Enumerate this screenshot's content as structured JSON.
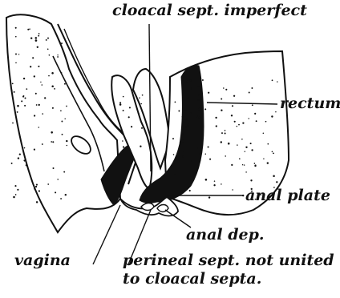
{
  "labels": {
    "cloacal_septum": "cloacal sept. imperfect",
    "rectum": "rectum",
    "anal_plate": "anal plate",
    "anal_dep": "anal dep.",
    "vagina": "vagina",
    "perineal_line1": "perineal sept. not united",
    "perineal_line2": "to cloacal septa."
  },
  "colors": {
    "ink": "#111111",
    "tissue": "#ffffff",
    "lumen": "#111111"
  }
}
